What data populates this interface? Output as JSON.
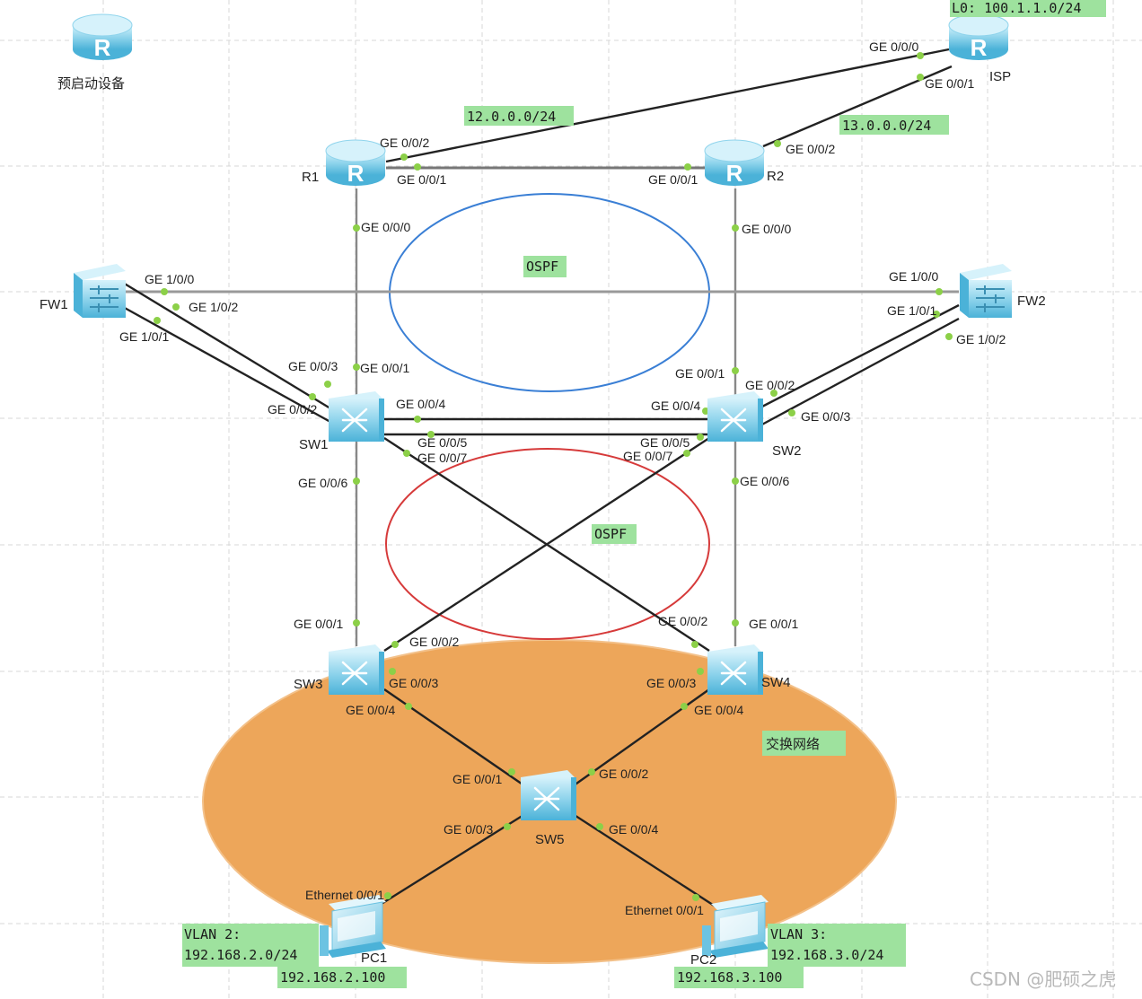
{
  "legend": {
    "predefined_label": "预启动设备"
  },
  "devices": {
    "isp": "ISP",
    "r1": "R1",
    "r2": "R2",
    "fw1": "FW1",
    "fw2": "FW2",
    "sw1": "SW1",
    "sw2": "SW2",
    "sw3": "SW3",
    "sw4": "SW4",
    "sw5": "SW5",
    "pc1": "PC1",
    "pc2": "PC2"
  },
  "ports": {
    "isp_ge000": "GE 0/0/0",
    "isp_ge001": "GE 0/0/1",
    "r1_ge002": "GE 0/0/2",
    "r1_ge001": "GE 0/0/1",
    "r1_ge000": "GE 0/0/0",
    "r2_ge002": "GE 0/0/2",
    "r2_ge001": "GE 0/0/1",
    "r2_ge000": "GE 0/0/0",
    "fw1_ge100": "GE 1/0/0",
    "fw1_ge102": "GE 1/0/2",
    "fw1_ge101": "GE 1/0/1",
    "fw2_ge100": "GE 1/0/0",
    "fw2_ge101": "GE 1/0/1",
    "fw2_ge102": "GE 1/0/2",
    "sw1_ge003": "GE 0/0/3",
    "sw1_ge001": "GE 0/0/1",
    "sw1_ge002": "GE 0/0/2",
    "sw1_ge004": "GE 0/0/4",
    "sw1_ge005": "GE 0/0/5",
    "sw1_ge007": "GE 0/0/7",
    "sw1_ge006": "GE 0/0/6",
    "sw2_ge001": "GE 0/0/1",
    "sw2_ge002": "GE 0/0/2",
    "sw2_ge004": "GE 0/0/4",
    "sw2_ge003": "GE 0/0/3",
    "sw2_ge005": "GE 0/0/5",
    "sw2_ge007": "GE 0/0/7",
    "sw2_ge006": "GE 0/0/6",
    "sw3_ge001": "GE 0/0/1",
    "sw3_ge002": "GE 0/0/2",
    "sw3_ge003": "GE 0/0/3",
    "sw3_ge004": "GE 0/0/4",
    "sw4_ge002": "GE 0/0/2",
    "sw4_ge001": "GE 0/0/1",
    "sw4_ge003": "GE 0/0/3",
    "sw4_ge004": "GE 0/0/4",
    "sw5_ge001": "GE 0/0/1",
    "sw5_ge002": "GE 0/0/2",
    "sw5_ge003": "GE 0/0/3",
    "sw5_ge004": "GE 0/0/4",
    "pc1_eth": "Ethernet 0/0/1",
    "pc2_eth": "Ethernet 0/0/1"
  },
  "notes": {
    "loopback": "L0: 100.1.1.0/24",
    "net12": "12.0.0.0/24",
    "net13": "13.0.0.0/24",
    "ospf_upper": "OSPF",
    "ospf_lower": "OSPF",
    "switch_net": "交换网络",
    "vlan2_title": "VLAN 2:",
    "vlan2_net": "192.168.2.0/24",
    "pc1_ip": "192.168.2.100",
    "vlan3_title": "VLAN 3:",
    "vlan3_net": "192.168.3.0/24",
    "pc2_ip": "192.168.3.100"
  },
  "watermark": "CSDN @肥硕之虎",
  "colors": {
    "note_bg": "#9ee29e",
    "ospf_upper": "#3a7fd5",
    "ospf_lower": "#d63a3a",
    "switch_area": "#eda65a",
    "link": "#222222",
    "port_dot": "#8cd048",
    "device_body": "#8fd4ec"
  }
}
